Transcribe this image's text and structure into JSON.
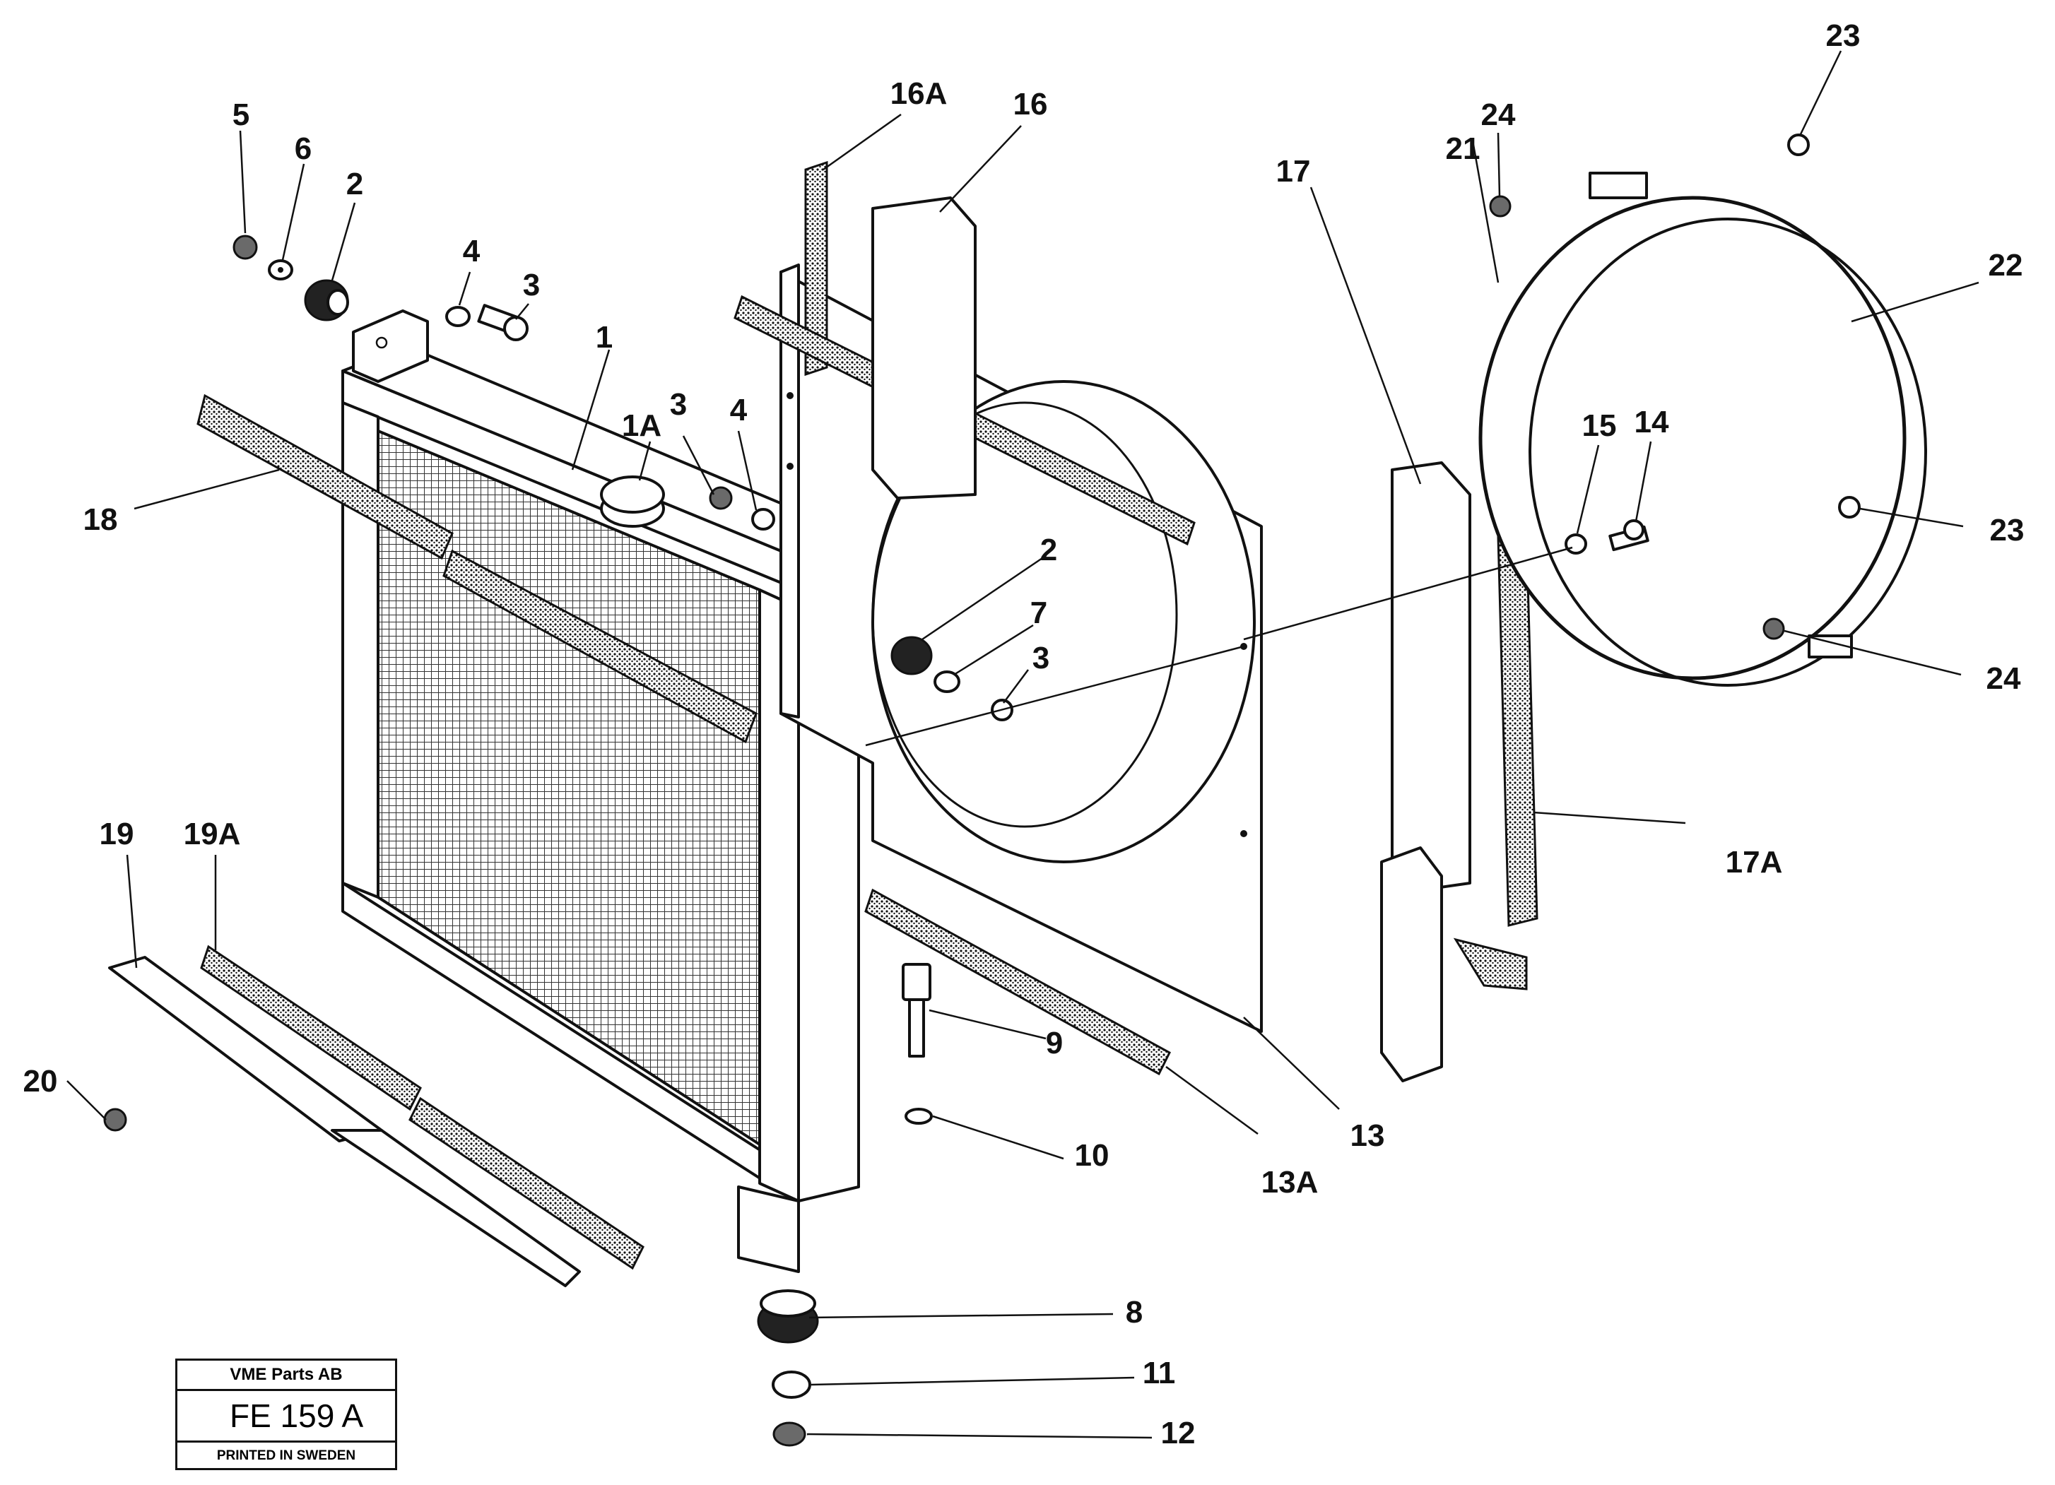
{
  "callouts": [
    {
      "id": "c1",
      "label": "1"
    },
    {
      "id": "c1a",
      "label": "1A"
    },
    {
      "id": "c2a",
      "label": "2"
    },
    {
      "id": "c2b",
      "label": "2"
    },
    {
      "id": "c3a",
      "label": "3"
    },
    {
      "id": "c3b",
      "label": "3"
    },
    {
      "id": "c3c",
      "label": "3"
    },
    {
      "id": "c4a",
      "label": "4"
    },
    {
      "id": "c4b",
      "label": "4"
    },
    {
      "id": "c5",
      "label": "5"
    },
    {
      "id": "c6",
      "label": "6"
    },
    {
      "id": "c7",
      "label": "7"
    },
    {
      "id": "c8",
      "label": "8"
    },
    {
      "id": "c9",
      "label": "9"
    },
    {
      "id": "c10",
      "label": "10"
    },
    {
      "id": "c11",
      "label": "11"
    },
    {
      "id": "c12",
      "label": "12"
    },
    {
      "id": "c13",
      "label": "13"
    },
    {
      "id": "c13a",
      "label": "13A"
    },
    {
      "id": "c14",
      "label": "14"
    },
    {
      "id": "c15",
      "label": "15"
    },
    {
      "id": "c16",
      "label": "16"
    },
    {
      "id": "c16a",
      "label": "16A"
    },
    {
      "id": "c17",
      "label": "17"
    },
    {
      "id": "c17a",
      "label": "17A"
    },
    {
      "id": "c18",
      "label": "18"
    },
    {
      "id": "c19",
      "label": "19"
    },
    {
      "id": "c19a",
      "label": "19A"
    },
    {
      "id": "c20",
      "label": "20"
    },
    {
      "id": "c21",
      "label": "21"
    },
    {
      "id": "c22",
      "label": "22"
    },
    {
      "id": "c23a",
      "label": "23"
    },
    {
      "id": "c23b",
      "label": "23"
    },
    {
      "id": "c24a",
      "label": "24"
    },
    {
      "id": "c24b",
      "label": "24"
    }
  ],
  "title_block": {
    "company": "VME Parts AB",
    "drawing_code": "FE 159 A",
    "printed": "PRINTED IN SWEDEN"
  }
}
